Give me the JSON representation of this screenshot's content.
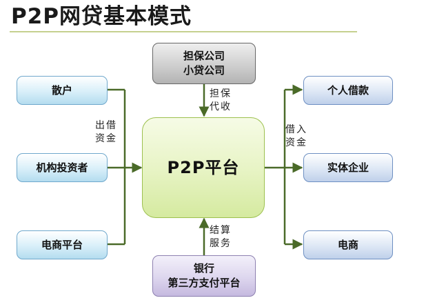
{
  "title": "P2P网贷基本模式",
  "nodes": {
    "guarantee": {
      "line1": "担保公司",
      "line2": "小贷公司"
    },
    "platform": "P2P平台",
    "bank": {
      "line1": "银行",
      "line2": "第三方支付平台"
    },
    "sources": [
      "散户",
      "机构投资者",
      "电商平台"
    ],
    "borrowers": [
      "个人借款",
      "实体企业",
      "电商"
    ]
  },
  "edge_labels": {
    "lend_funds": {
      "line1": "出借",
      "line2": "资金"
    },
    "borrow_funds": {
      "line1": "借入",
      "line2": "资金"
    },
    "guarantee_collect": {
      "line1": "担保",
      "line2": "代收"
    },
    "settlement": {
      "line1": "结算",
      "line2": "服务"
    }
  },
  "colors": {
    "source_border": "#6fa8cc",
    "borrower_border": "#6d8fc2",
    "platform_border": "#9cc04e",
    "guarantee_border": "#666666",
    "bank_border": "#8d80b0",
    "connector_lines": "#4a6a28",
    "title_rule": "#c5d08f"
  }
}
